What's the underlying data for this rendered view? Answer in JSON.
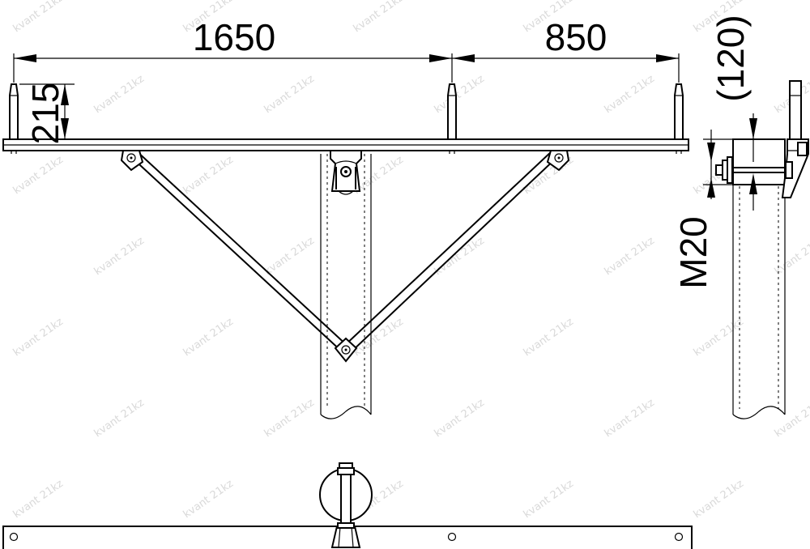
{
  "dimensions": {
    "span_left": "1650",
    "span_right": "850",
    "height": "215",
    "bracket_offset": "(120)",
    "bolt": "M20"
  },
  "watermark": "kvant 21kz",
  "colors": {
    "line": "#000000",
    "background": "#ffffff",
    "watermark": "#d9d9d9"
  }
}
